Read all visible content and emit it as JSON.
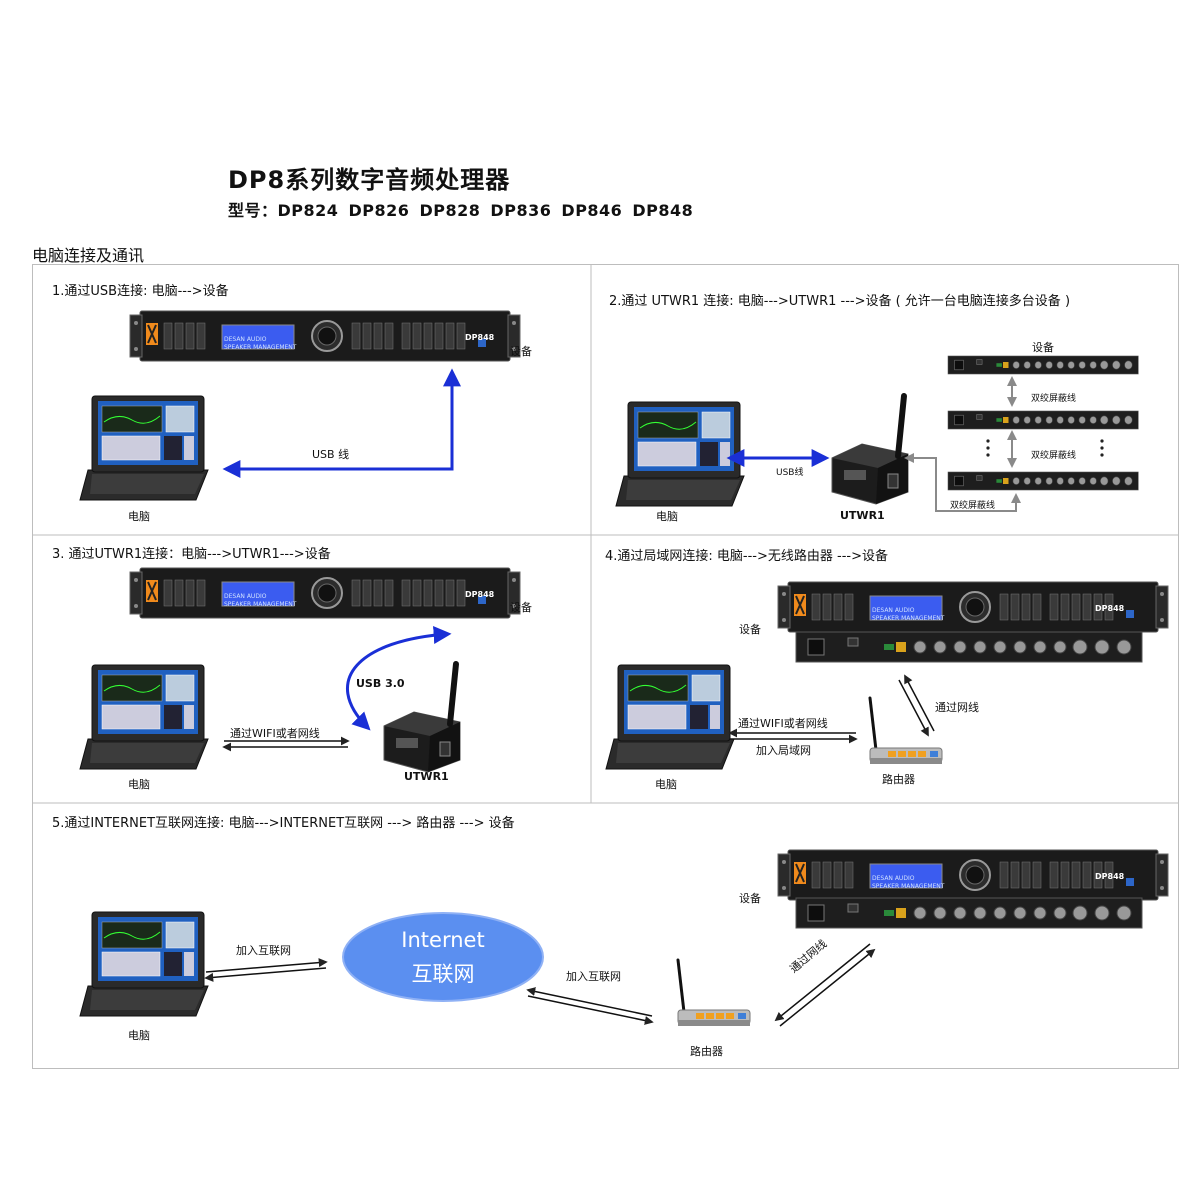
{
  "header": {
    "title": "DP8系列数字音频处理器",
    "models": "型号：DP824   DP826   DP828  DP836   DP846   DP848"
  },
  "section_heading": "电脑连接及通讯",
  "device": {
    "display_line1": "DESAN AUDIO",
    "display_line2": "SPEAKER MANAGEMENT",
    "model_badge": "DP848"
  },
  "panels": {
    "p1": {
      "title": "1.通过USB连接:  电脑--->设备",
      "device_label": "设备",
      "cable_label": "USB  线",
      "computer_label": "电脑"
    },
    "p2": {
      "title": "2.通过 UTWR1 连接:  电脑--->UTWR1 --->设备 ( 允许一台电脑连接多台设备 )",
      "device_label": "设备",
      "cable1": "双绞屏蔽线",
      "cable2": "双绞屏蔽线",
      "cable3": "双绞屏蔽线",
      "usb_label": "USB线",
      "computer_label": "电脑",
      "utwr_label": "UTWR1"
    },
    "p3": {
      "title": "3. 通过UTWR1连接：电脑--->UTWR1--->设备",
      "device_label": "设备",
      "usb_label": "USB 3.0",
      "wifi_label": "通过WIFI或者网线",
      "computer_label": "电脑",
      "utwr_label": "UTWR1"
    },
    "p4": {
      "title": "4.通过局域网连接:  电脑--->无线路由器 --->设备",
      "device_label": "设备",
      "network_label": "通过网线",
      "wifi_label": "通过WIFI或者网线",
      "lan_label": "加入局域网",
      "computer_label": "电脑",
      "router_label": "路由器"
    },
    "p5": {
      "title": "5.通过INTERNET互联网连接:  电脑--->INTERNET互联网 ---> 路由器 ---> 设备",
      "device_label": "设备",
      "join1": "加入互联网",
      "join2": "加入互联网",
      "network_label": "通过网线",
      "internet_en": "Internet",
      "internet_cn": "互联网",
      "computer_label": "电脑",
      "router_label": "路由器"
    }
  },
  "colors": {
    "blue_arrow": "#1a2fd6",
    "gray_arrow": "#8a8a8a",
    "cloud": "#5b8ff0",
    "lcd": "#4a7bff",
    "accent_orange": "#f08a1c"
  }
}
